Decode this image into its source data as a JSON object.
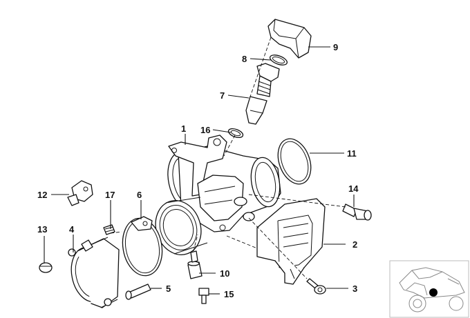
{
  "callouts": {
    "c1": "1",
    "c2": "2",
    "c3": "3",
    "c4": "4",
    "c5": "5",
    "c6": "6",
    "c7": "7",
    "c8": "8",
    "c9": "9",
    "c10": "10",
    "c11": "11",
    "c12": "12",
    "c13": "13",
    "c14": "14",
    "c15": "15",
    "c16": "16",
    "c17": "17"
  },
  "colors": {
    "line": "#111111",
    "background": "#ffffff",
    "thumbnail_line": "#888888",
    "location_marker": "#000000"
  },
  "icons": {
    "thumbnail": "motorcycle-location-icon"
  }
}
